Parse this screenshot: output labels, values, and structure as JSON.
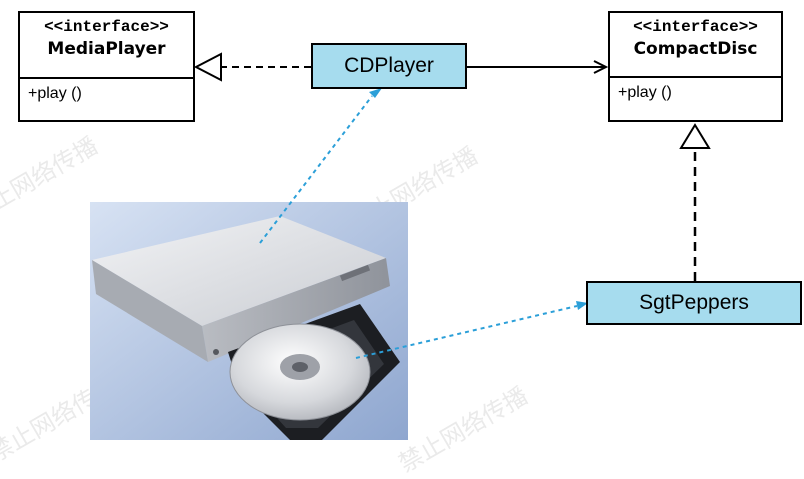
{
  "interfaces": {
    "media_player": {
      "stereotype": "<<interface>>",
      "name": "MediaPlayer",
      "operation": "+play ()"
    },
    "compact_disc": {
      "stereotype": "<<interface>>",
      "name": "CompactDisc",
      "operation": "+play ()"
    }
  },
  "classes": {
    "cd_player": {
      "name": "CDPlayer"
    },
    "sgt_peppers": {
      "name": "SgtPeppers"
    }
  },
  "watermark": {
    "text": "禁止网络传播"
  },
  "colors": {
    "class_fill": "#a6dcee",
    "callout_line": "#2b9fd8",
    "line": "#000000"
  }
}
